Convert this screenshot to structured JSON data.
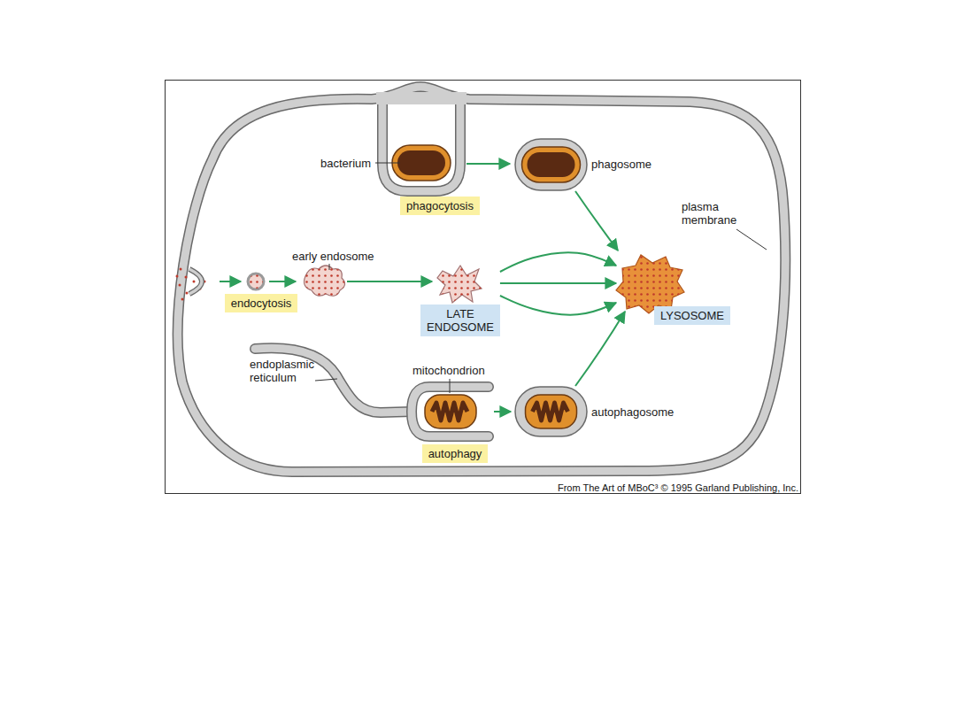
{
  "diagram": {
    "caption": "From The Art of MBoC³ © 1995 Garland Publishing, Inc.",
    "nodes": [
      {
        "text": [
          "phagocytosis"
        ]
      },
      {
        "text": [
          "endocytosis"
        ]
      },
      {
        "text": [
          "LATE ENDOSOME"
        ]
      },
      {
        "text": [
          "LYSOSOME"
        ]
      },
      {
        "text": [
          "autophagy"
        ]
      }
    ],
    "edges": [
      {
        "from": 2,
        "to": 3,
        "arrow": "to"
      },
      {
        "from": 2,
        "to": 3,
        "arrow": "to"
      },
      {
        "from": 2,
        "to": 3,
        "arrow": "to"
      }
    ],
    "labels": [
      "bacterium",
      "phagosome",
      "plasma membrane",
      "early endosome",
      "endoplasmic reticulum",
      "mitochondrion",
      "autophagosome"
    ]
  }
}
